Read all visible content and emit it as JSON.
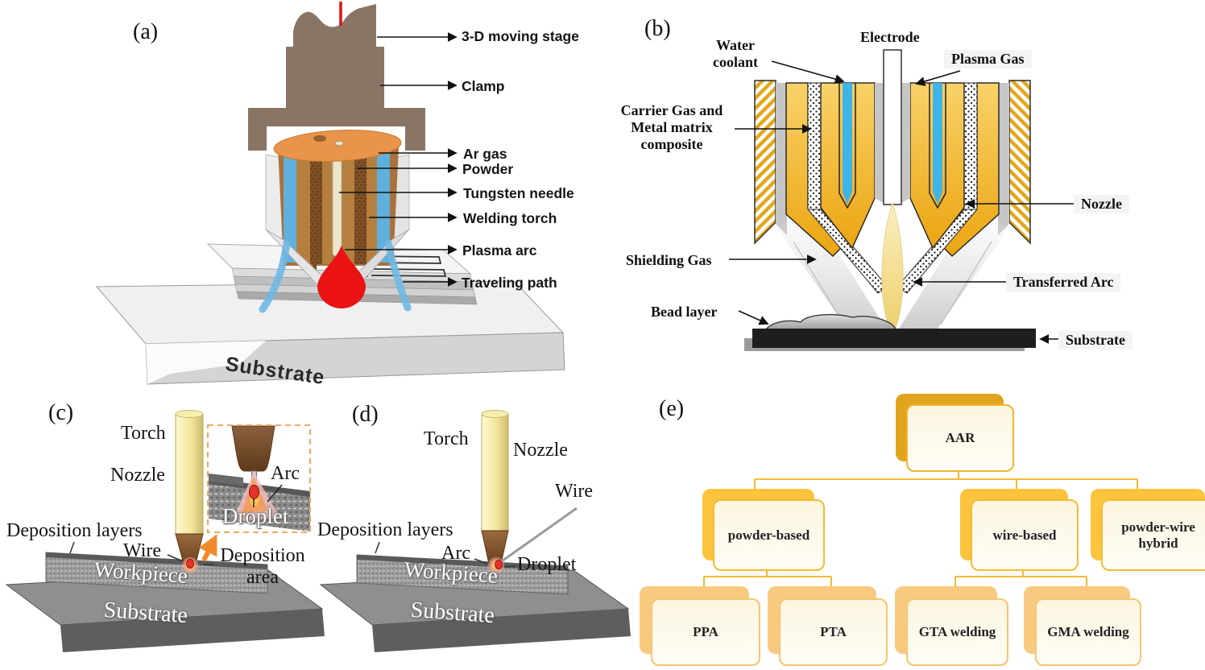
{
  "figure_type": "multi-panel schematic of arc additive manufacturing processes",
  "panels": {
    "a": {
      "tag": "(a)",
      "labels": {
        "moving_stage": "3-D moving stage",
        "clamp": "Clamp",
        "ar_gas": "Ar gas",
        "powder": "Powder",
        "tungsten_needle": "Tungsten needle",
        "welding_torch": "Welding torch",
        "plasma_arc": "Plasma arc",
        "traveling_path": "Traveling path",
        "substrate": "Substrate"
      }
    },
    "b": {
      "tag": "(b)",
      "labels": {
        "water_coolant": "Water coolant",
        "electrode": "Electrode",
        "plasma_gas": "Plasma Gas",
        "carrier_gas": "Carrier Gas and Metal matrix composite",
        "nozzle": "Nozzle",
        "shielding_gas": "Shielding Gas",
        "transferred_arc": "Transferred Arc",
        "bead_layer": "Bead layer",
        "substrate": "Substrate"
      }
    },
    "c": {
      "tag": "(c)",
      "labels": {
        "torch": "Torch",
        "nozzle": "Nozzle",
        "deposition_layers": "Deposition layers",
        "wire": "Wire",
        "deposition_area": "Deposition area",
        "arc": "Arc",
        "droplet": "Droplet",
        "workpiece": "Workpiece",
        "substrate": "Substrate"
      }
    },
    "d": {
      "tag": "(d)",
      "labels": {
        "torch": "Torch",
        "nozzle": "Nozzle",
        "wire": "Wire",
        "deposition_layers": "Deposition layers",
        "arc": "Arc",
        "droplet": "Droplet",
        "workpiece": "Workpiece",
        "substrate": "Substrate"
      }
    },
    "e": {
      "tag": "(e)",
      "tree": {
        "root": "AAR",
        "branches": [
          "powder-based",
          "wire-based",
          "powder-wire hybrid"
        ],
        "powder_children": [
          "PPA",
          "PTA"
        ],
        "wire_children": [
          "GTA welding",
          "GMA welding"
        ]
      }
    }
  },
  "colors": {
    "clamp_brown": "#8a7565",
    "torch_body_brown": "#a9713c",
    "torch_top_orange": "#e8944a",
    "gas_blue": "#5fb0dc",
    "plasma_red": "#ea1212",
    "gold": "#eca511",
    "water_blue": "#3db5ea",
    "arc_yellow": "#eecf6a",
    "substrate_black": "#1e1e1e",
    "tree_shadow_root": "#e1a41f",
    "tree_shadow_mid": "#fcc33c",
    "tree_shadow_leaf": "#f8ca80",
    "tree_fill": "#fbf5e0",
    "tree_line": "#f3ba33"
  }
}
